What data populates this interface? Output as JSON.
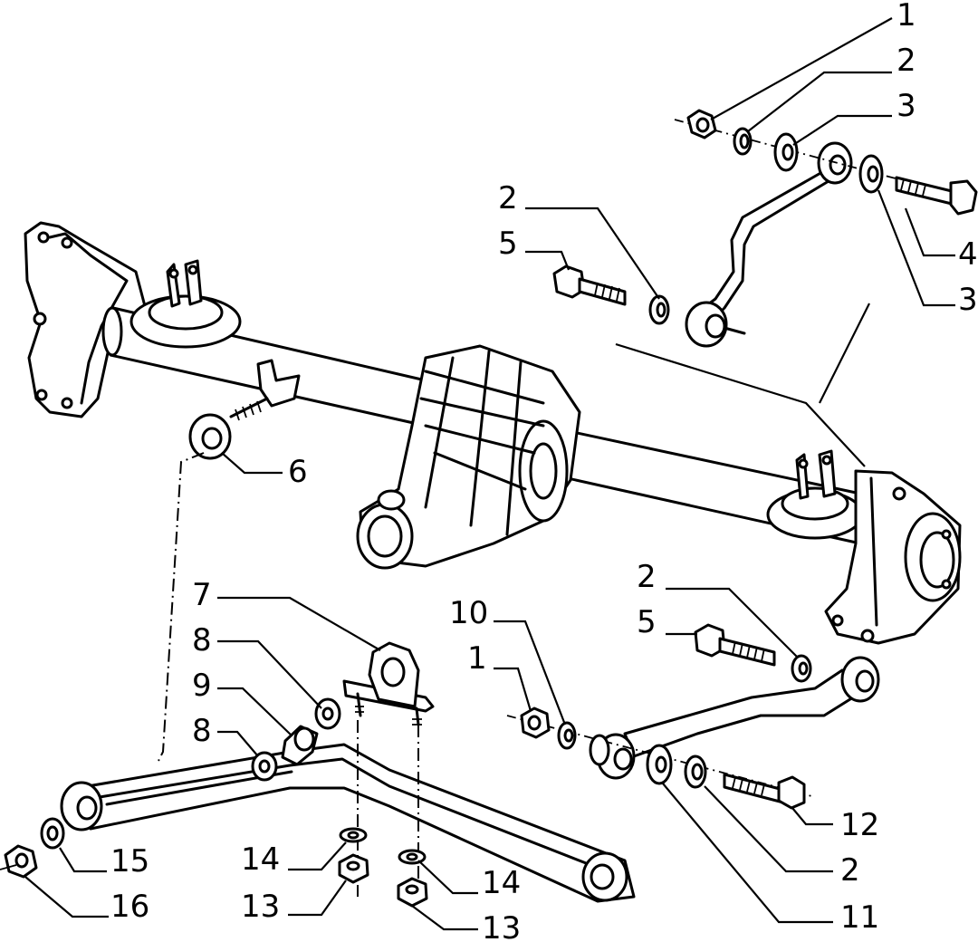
{
  "callouts": [
    {
      "id": "c1a",
      "text": "1"
    },
    {
      "id": "c2a",
      "text": "2"
    },
    {
      "id": "c3a",
      "text": "3"
    },
    {
      "id": "c2b",
      "text": "2"
    },
    {
      "id": "c5a",
      "text": "5"
    },
    {
      "id": "c4",
      "text": "4"
    },
    {
      "id": "c3b",
      "text": "3"
    },
    {
      "id": "c6",
      "text": "6"
    },
    {
      "id": "c7",
      "text": "7"
    },
    {
      "id": "c8a",
      "text": "8"
    },
    {
      "id": "c9",
      "text": "9"
    },
    {
      "id": "c8b",
      "text": "8"
    },
    {
      "id": "c2c",
      "text": "2"
    },
    {
      "id": "c5b",
      "text": "5"
    },
    {
      "id": "c10",
      "text": "10"
    },
    {
      "id": "c1b",
      "text": "1"
    },
    {
      "id": "c12",
      "text": "12"
    },
    {
      "id": "c2d",
      "text": "2"
    },
    {
      "id": "c11",
      "text": "11"
    },
    {
      "id": "c14a",
      "text": "14"
    },
    {
      "id": "c14b",
      "text": "14"
    },
    {
      "id": "c13a",
      "text": "13"
    },
    {
      "id": "c13b",
      "text": "13"
    },
    {
      "id": "c15",
      "text": "15"
    },
    {
      "id": "c16",
      "text": "16"
    }
  ]
}
